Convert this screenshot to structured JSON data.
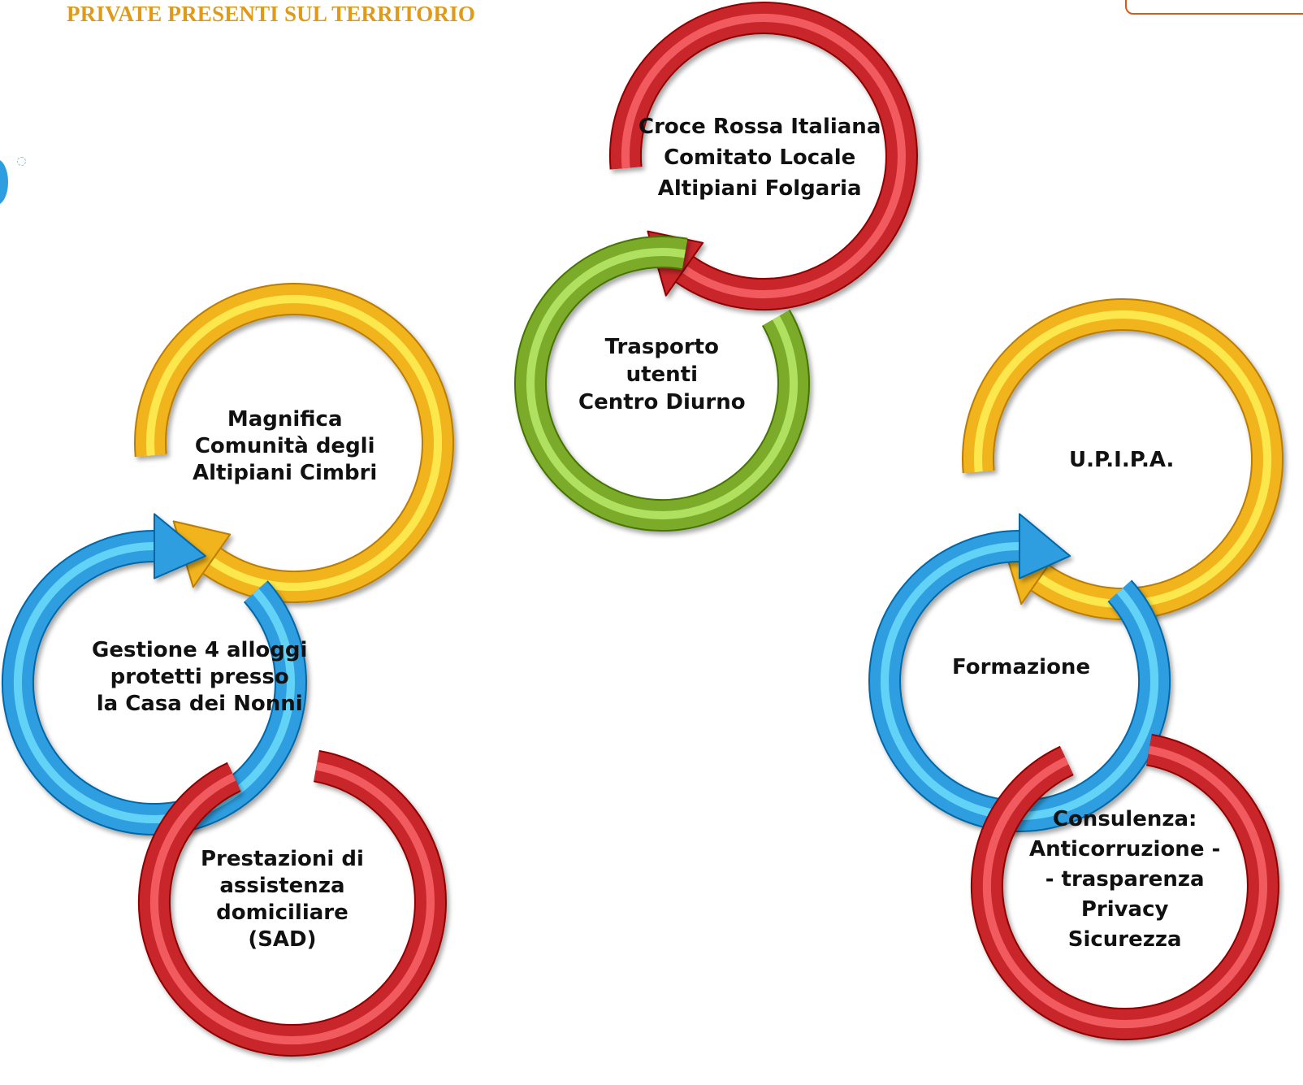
{
  "title": "PRIVATE PRESENTI SUL TERRITORIO",
  "colors": {
    "title": "#e09a18",
    "red": "#c8262a",
    "yellow": "#f2b41a",
    "green": "#7cab2a",
    "blue": "#2e9ee0",
    "accent_tab": "#d25c1f"
  },
  "groups": [
    {
      "items": [
        {
          "color": "red",
          "lines": [
            "Croce Rossa Italiana",
            "Comitato Locale",
            "Altipiani Folgaria"
          ]
        },
        {
          "color": "green",
          "lines": [
            "Trasporto",
            "utenti",
            "Centro Diurno"
          ]
        }
      ]
    },
    {
      "items": [
        {
          "color": "yellow",
          "lines": [
            "Magnifica",
            "Comunità degli",
            "Altipiani Cimbri"
          ]
        },
        {
          "color": "blue",
          "lines": [
            "Gestione 4 alloggi",
            "protetti presso",
            "la Casa dei Nonni"
          ]
        },
        {
          "color": "red",
          "lines": [
            "Prestazioni di",
            "assistenza",
            "domiciliare",
            "(SAD)"
          ]
        }
      ]
    },
    {
      "items": [
        {
          "color": "yellow",
          "lines": [
            "U.P.I.P.A."
          ]
        },
        {
          "color": "blue",
          "lines": [
            "Formazione"
          ]
        },
        {
          "color": "red",
          "lines": [
            "Consulenza:",
            "Anticorruzione -",
            "- trasparenza",
            "Privacy",
            "Sicurezza"
          ]
        }
      ]
    }
  ]
}
